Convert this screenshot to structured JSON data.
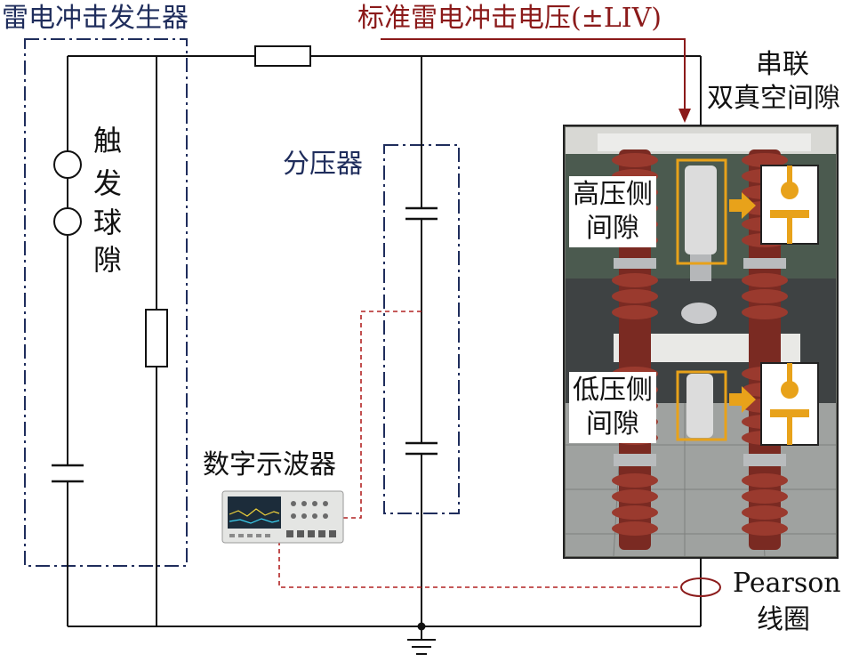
{
  "labels": {
    "generator": "雷电冲击发生器",
    "standard_voltage": "标准雷电冲击电压(±LIV)",
    "series_gap": [
      "串联",
      "双真空间隙"
    ],
    "trigger_gap": [
      "触",
      "发",
      "球",
      "隙"
    ],
    "divider": "分压器",
    "oscilloscope": "数字示波器",
    "pearson": [
      "Pearson",
      "线圈"
    ],
    "hv_gap": [
      "高压侧",
      "间隙"
    ],
    "lv_gap": [
      "低压侧",
      "间隙"
    ]
  },
  "colors": {
    "wire": "#111111",
    "generator_box": "#1f2d5c",
    "divider_box": "#1f2d5c",
    "signal": "#b22222",
    "arrow": "#8b1a1a",
    "highlight": "#e8a21a",
    "photo_bg": "#6e7069",
    "insulator": "#7a2a22"
  },
  "icons": {
    "ground": "ground-icon",
    "arrow": "arrow-down-icon",
    "gap": "vacuum-gap-icon"
  }
}
